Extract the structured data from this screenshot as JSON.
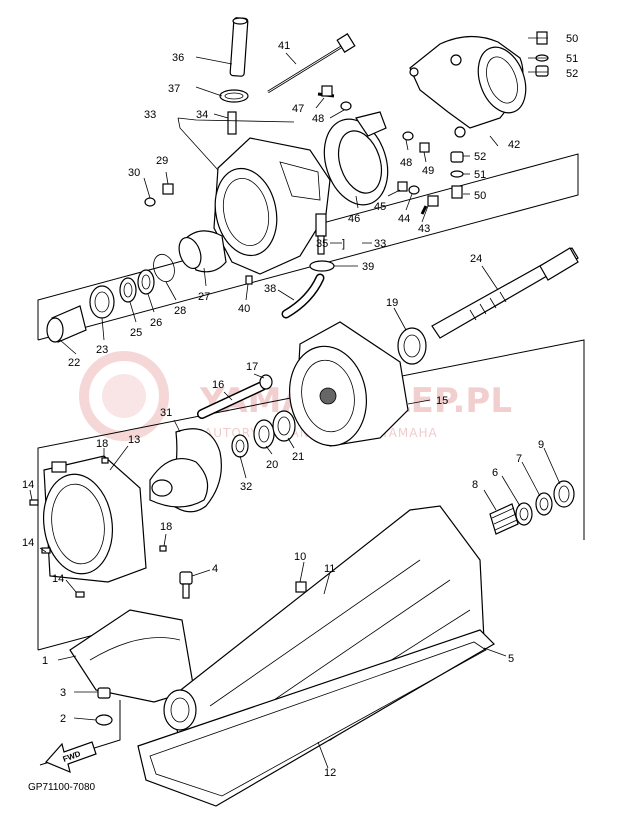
{
  "diagram": {
    "code": "GP71100-7080",
    "watermark": "YAMAHAKLEP.PL",
    "watermark_sub": "AUTORYZOWANY DEALER YAMAHA",
    "fwd_label": "FWD"
  },
  "callouts": [
    {
      "id": "c1",
      "label": "1"
    },
    {
      "id": "c2",
      "label": "2"
    },
    {
      "id": "c3",
      "label": "3"
    },
    {
      "id": "c4",
      "label": "4"
    },
    {
      "id": "c5",
      "label": "5"
    },
    {
      "id": "c6",
      "label": "6"
    },
    {
      "id": "c7",
      "label": "7"
    },
    {
      "id": "c8",
      "label": "8"
    },
    {
      "id": "c9",
      "label": "9"
    },
    {
      "id": "c10",
      "label": "10"
    },
    {
      "id": "c11",
      "label": "11"
    },
    {
      "id": "c12",
      "label": "12"
    },
    {
      "id": "c13",
      "label": "13"
    },
    {
      "id": "c14a",
      "label": "14"
    },
    {
      "id": "c14b",
      "label": "14"
    },
    {
      "id": "c14c",
      "label": "14"
    },
    {
      "id": "c15",
      "label": "15"
    },
    {
      "id": "c16",
      "label": "16"
    },
    {
      "id": "c17",
      "label": "17"
    },
    {
      "id": "c18a",
      "label": "18"
    },
    {
      "id": "c18b",
      "label": "18"
    },
    {
      "id": "c19",
      "label": "19"
    },
    {
      "id": "c20",
      "label": "20"
    },
    {
      "id": "c21",
      "label": "21"
    },
    {
      "id": "c22",
      "label": "22"
    },
    {
      "id": "c23",
      "label": "23"
    },
    {
      "id": "c24",
      "label": "24"
    },
    {
      "id": "c25",
      "label": "25"
    },
    {
      "id": "c26",
      "label": "26"
    },
    {
      "id": "c27",
      "label": "27"
    },
    {
      "id": "c28",
      "label": "28"
    },
    {
      "id": "c29",
      "label": "29"
    },
    {
      "id": "c30",
      "label": "30"
    },
    {
      "id": "c31",
      "label": "31"
    },
    {
      "id": "c32",
      "label": "32"
    },
    {
      "id": "c33a",
      "label": "33"
    },
    {
      "id": "c33b",
      "label": "33"
    },
    {
      "id": "c34",
      "label": "34"
    },
    {
      "id": "c35",
      "label": "35"
    },
    {
      "id": "c36",
      "label": "36"
    },
    {
      "id": "c37",
      "label": "37"
    },
    {
      "id": "c38",
      "label": "38"
    },
    {
      "id": "c39",
      "label": "39"
    },
    {
      "id": "c40",
      "label": "40"
    },
    {
      "id": "c41",
      "label": "41"
    },
    {
      "id": "c42",
      "label": "42"
    },
    {
      "id": "c43",
      "label": "43"
    },
    {
      "id": "c44",
      "label": "44"
    },
    {
      "id": "c45",
      "label": "45"
    },
    {
      "id": "c46",
      "label": "46"
    },
    {
      "id": "c47",
      "label": "47"
    },
    {
      "id": "c48a",
      "label": "48"
    },
    {
      "id": "c48b",
      "label": "48"
    },
    {
      "id": "c49",
      "label": "49"
    },
    {
      "id": "c50a",
      "label": "50"
    },
    {
      "id": "c50b",
      "label": "50"
    },
    {
      "id": "c51a",
      "label": "51"
    },
    {
      "id": "c51b",
      "label": "51"
    },
    {
      "id": "c52a",
      "label": "52"
    },
    {
      "id": "c52b",
      "label": "52"
    }
  ]
}
